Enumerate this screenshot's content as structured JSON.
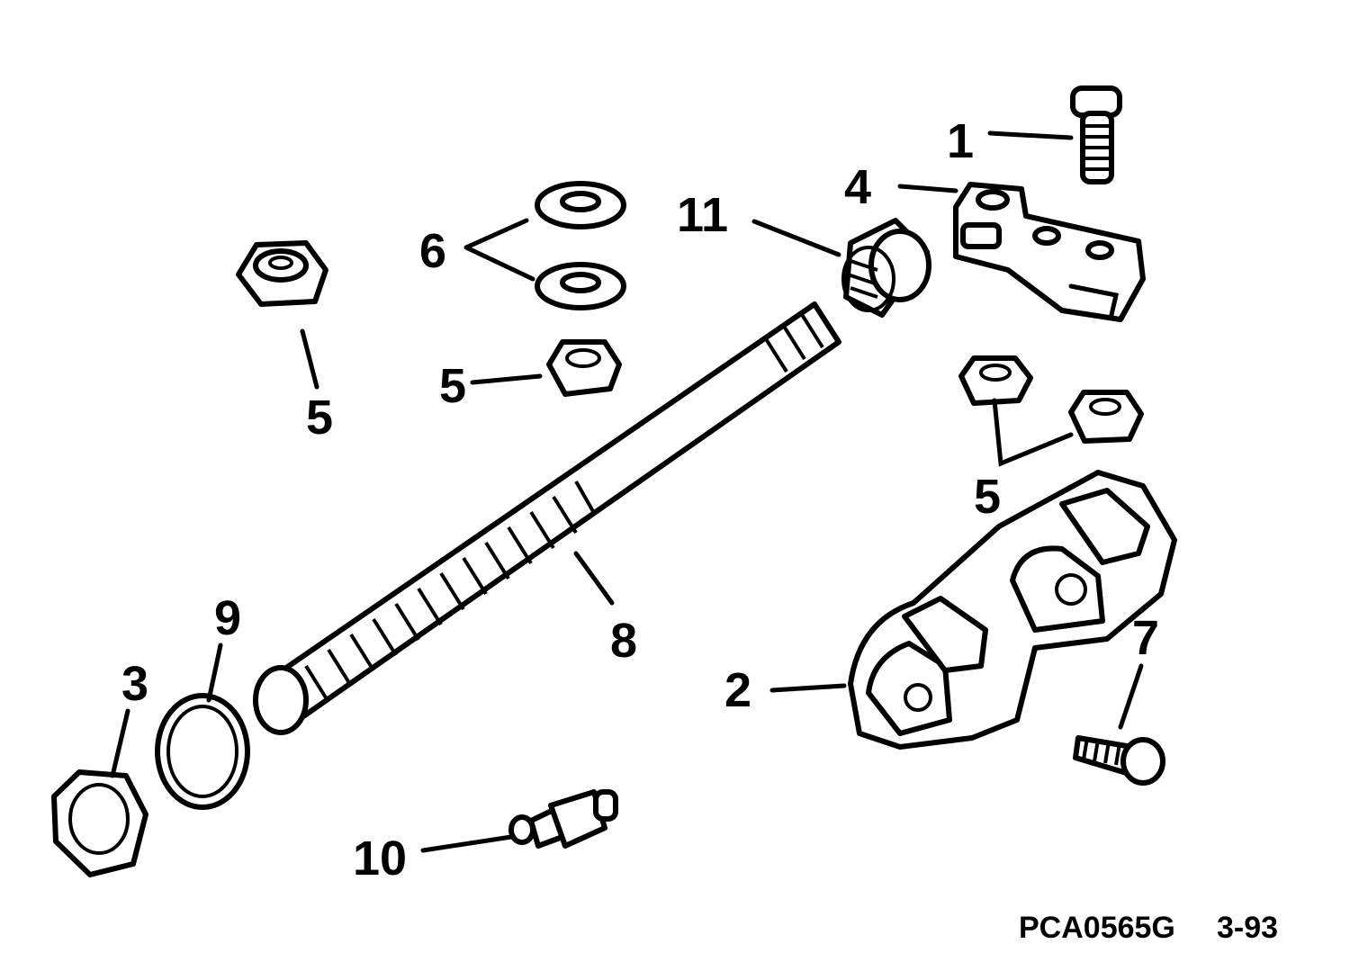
{
  "diagram": {
    "callouts": {
      "c1": "1",
      "c2": "2",
      "c3": "3",
      "c4": "4",
      "c5a": "5",
      "c5b": "5",
      "c5c": "5",
      "c6": "6",
      "c7": "7",
      "c8": "8",
      "c9": "9",
      "c10": "10",
      "c11": "11"
    },
    "footer": {
      "part_code": "PCA0565G",
      "page_ref": "3-93"
    }
  }
}
